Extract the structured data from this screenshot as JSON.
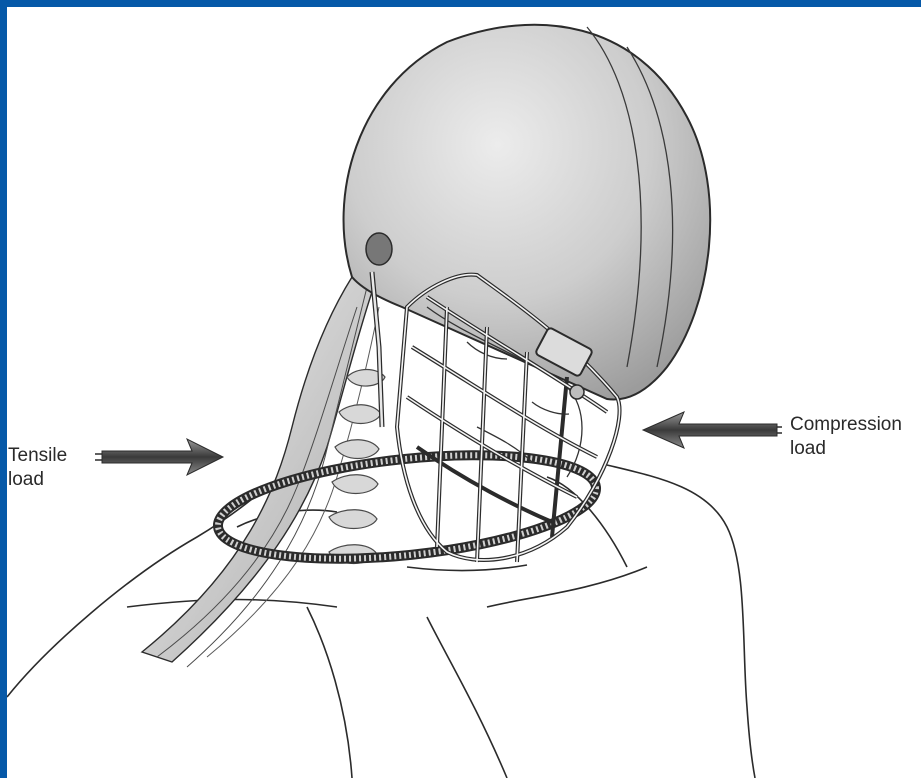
{
  "labels": {
    "tensile": {
      "line1": "Tensile",
      "line2": "load"
    },
    "compression": {
      "line1": "Compression",
      "line2": "load"
    }
  },
  "colors": {
    "border": "#0659a8",
    "helmet": "#c9c9c9",
    "arrow": "#4a4a4a",
    "line_art": "#2b2b2b"
  }
}
